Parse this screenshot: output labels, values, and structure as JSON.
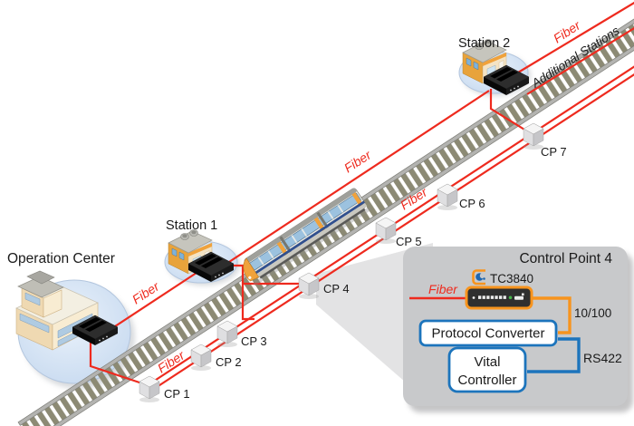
{
  "colors": {
    "fiber_red": "#ee2a1e",
    "accent_orange": "#f7941e",
    "accent_blue": "#1c74bc",
    "panel_gray": "#c8c9cb"
  },
  "scene": {
    "operation_center_label": "Operation Center",
    "station1_label": "Station 1",
    "station2_label": "Station 2",
    "additional_stations_label": "Additional Stations",
    "fiber_labels": {
      "oc": "Fiber",
      "cp_run": "Fiber",
      "backbone": "Fiber",
      "cp6_run": "Fiber",
      "top_right": "Fiber"
    },
    "control_points": [
      {
        "label": "CP 1"
      },
      {
        "label": "CP 2"
      },
      {
        "label": "CP 3"
      },
      {
        "label": "CP 4"
      },
      {
        "label": "CP 5"
      },
      {
        "label": "CP 6"
      },
      {
        "label": "CP 7"
      }
    ]
  },
  "callout": {
    "title": "Control Point 4",
    "fiber_label": "Fiber",
    "device_model": "TC3840",
    "ethernet_label": "10/100",
    "serial_label": "RS422",
    "protocol_converter": "Protocol Converter",
    "vital_controller_line1": "Vital",
    "vital_controller_line2": "Controller"
  }
}
